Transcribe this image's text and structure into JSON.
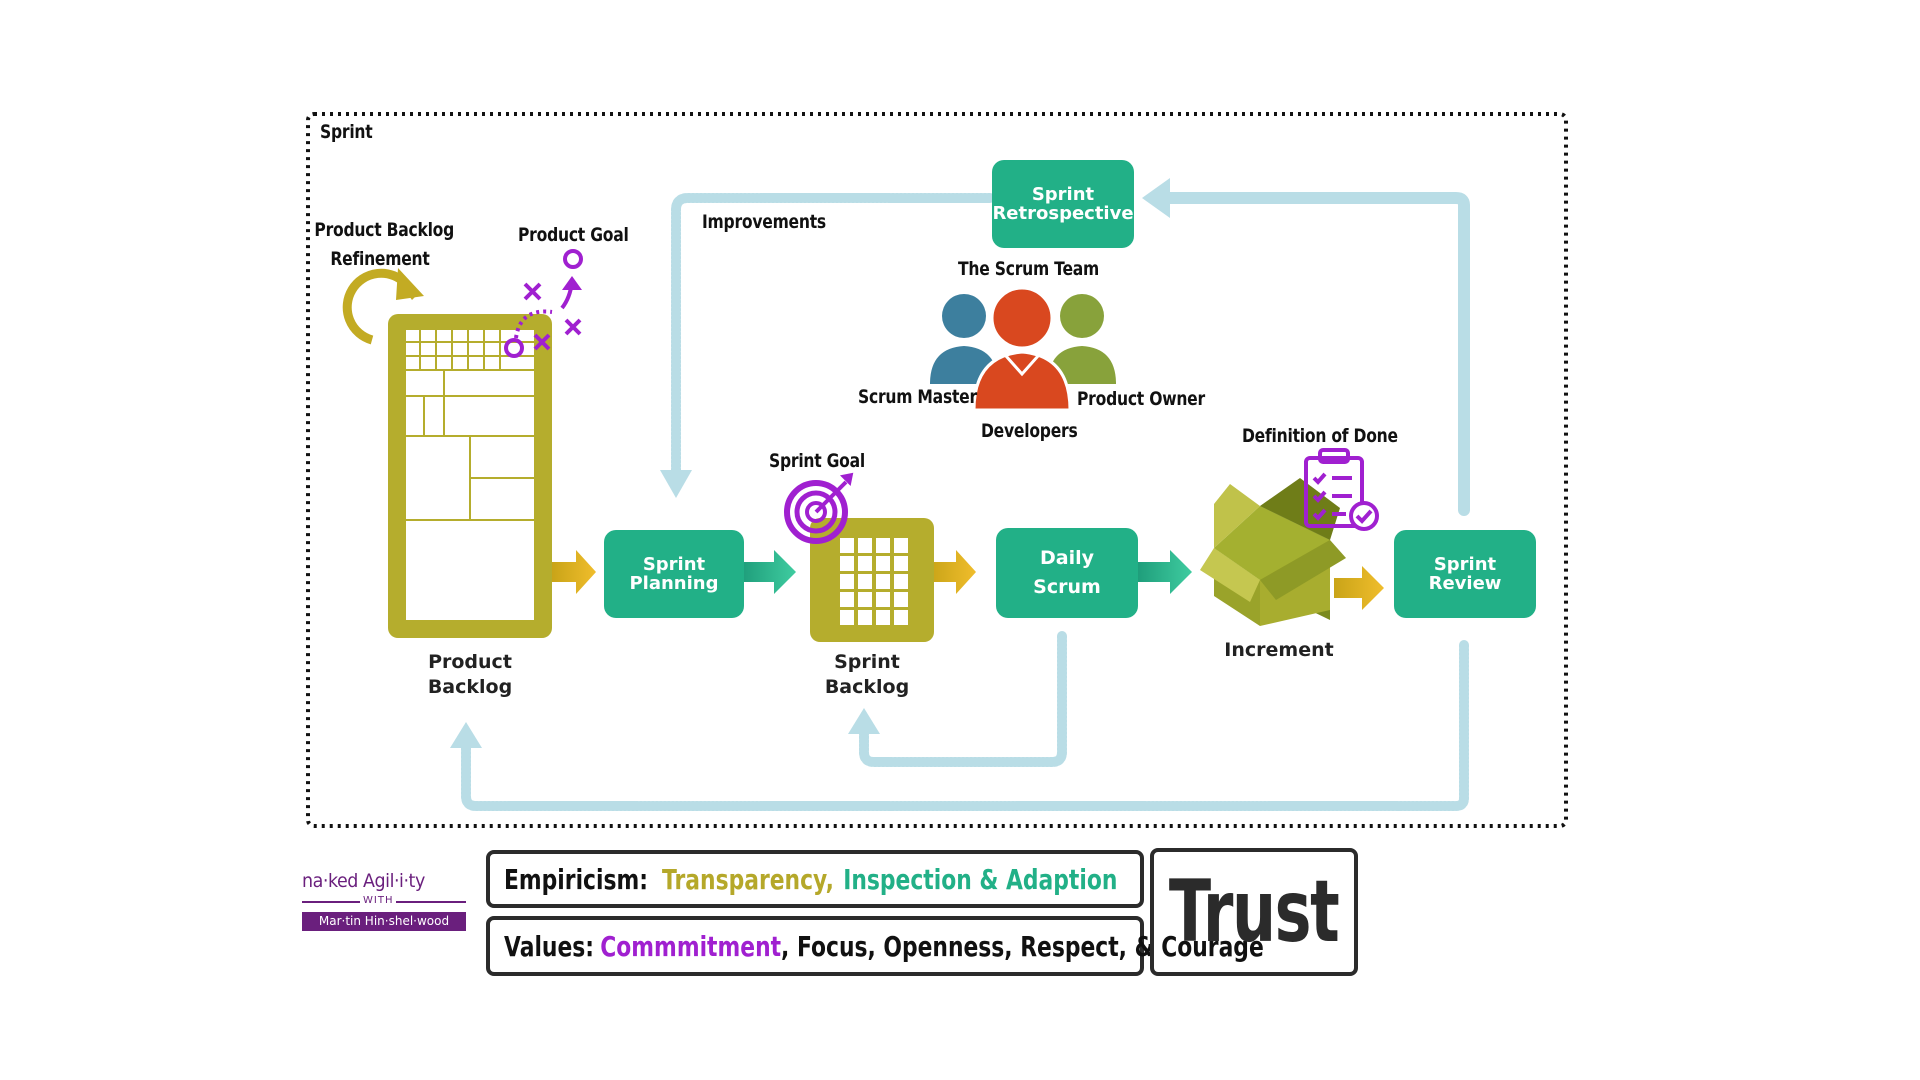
{
  "sprint_label": "Sprint",
  "refinement": {
    "line1": "Product Backlog",
    "line2": "Refinement"
  },
  "product_goal": "Product Goal",
  "improvements": "Improvements",
  "retrospective": {
    "line1": "Sprint",
    "line2": "Retrospective"
  },
  "scrum_team": {
    "title": "The Scrum Team",
    "scrum_master": "Scrum Master",
    "product_owner": "Product Owner",
    "developers": "Developers"
  },
  "definition_of_done": "Definition of Done",
  "sprint_goal": "Sprint Goal",
  "nodes": {
    "planning": {
      "line1": "Sprint",
      "line2": "Planning"
    },
    "daily": {
      "line1": "Daily",
      "line2": "Scrum"
    },
    "review": {
      "line1": "Sprint",
      "line2": "Review"
    }
  },
  "artifacts": {
    "product_backlog": {
      "line1": "Product",
      "line2": "Backlog"
    },
    "sprint_backlog": {
      "line1": "Sprint",
      "line2": "Backlog"
    },
    "increment": "Increment"
  },
  "footer": {
    "empiricism_label": "Empiricism:",
    "transparency": "Transparency,",
    "inspection": "Inspection & Adaption",
    "values_label": "Values:",
    "commitment": "Commmitment",
    "values_rest": ", Focus, Openness, Respect, & Courage",
    "trust": "Trust"
  },
  "logo": {
    "top": "na·ked Agil·i·ty",
    "with": "WITH",
    "bottom": "Mar·tin Hin·shel·wood"
  },
  "colors": {
    "teal": "#22b087",
    "olive": "#b5ad2d",
    "gold": "#e6b020",
    "purple": "#a020d0",
    "light_blue": "#b9dde6",
    "logo_purple": "#6a1f7d"
  }
}
